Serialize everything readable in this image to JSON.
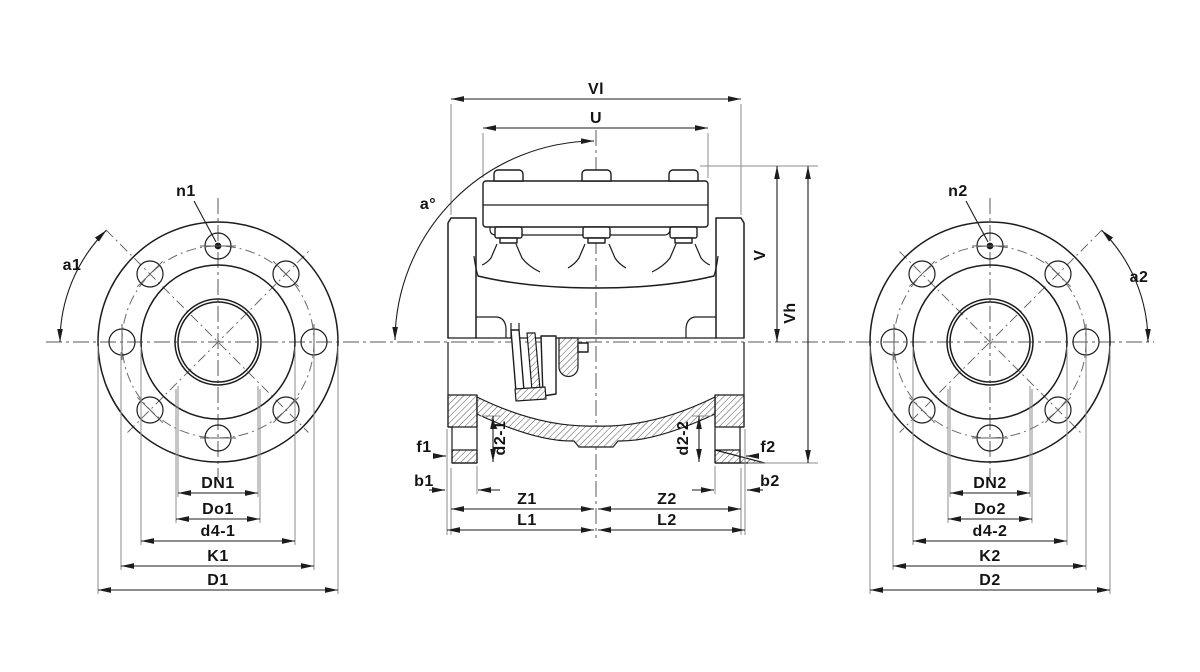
{
  "left_view": {
    "bolt_count_label": "n1",
    "bolt_angle_label": "a1",
    "dims": {
      "dn": "DN1",
      "do": "Do1",
      "d4": "d4-1",
      "k": "K1",
      "d": "D1"
    }
  },
  "center_view": {
    "overall_width": "Vl",
    "cover_width": "U",
    "disc_angle": "a°",
    "cover_height": "V",
    "total_height": "Vh",
    "left": {
      "f": "f1",
      "b": "b1",
      "d2": "d2-1",
      "z": "Z1",
      "l": "L1"
    },
    "right": {
      "f": "f2",
      "b": "b2",
      "d2": "d2-2",
      "z": "Z2",
      "l": "L2"
    }
  },
  "right_view": {
    "bolt_count_label": "n2",
    "bolt_angle_label": "a2",
    "dims": {
      "dn": "DN2",
      "do": "Do2",
      "d4": "d4-2",
      "k": "K2",
      "d": "D2"
    }
  },
  "colors": {
    "line": "#1c1c1c",
    "extension": "#8d8d8d",
    "centerline": "#5a5a5a",
    "hatch": "#3f3f3f",
    "background": "#ffffff"
  }
}
